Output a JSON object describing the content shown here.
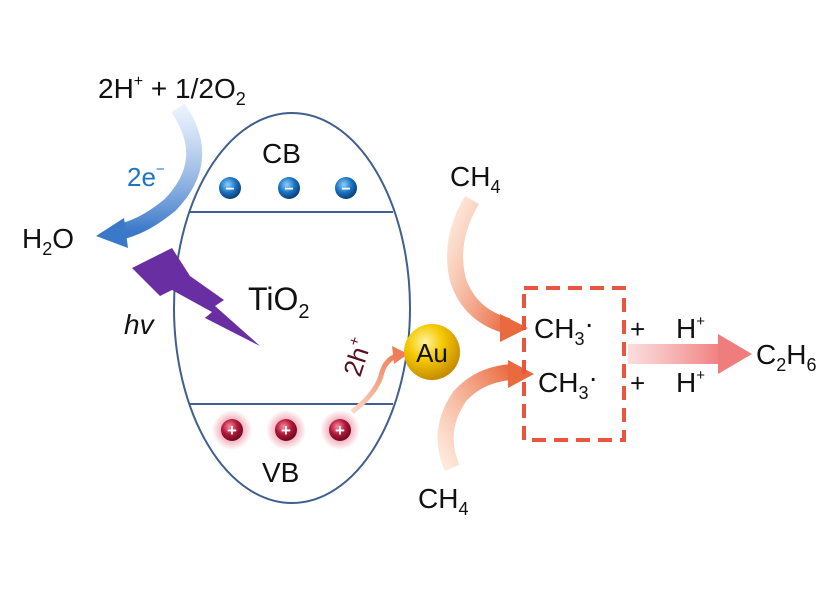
{
  "labels": {
    "reactants_top": "2H",
    "reactants_top_sup": "+",
    "reactants_top_rest": " + 1/2O",
    "reactants_top_sub": "2",
    "electrons": "2e",
    "electrons_sup": "−",
    "water": "H",
    "water_sub": "2",
    "water_rest": "O",
    "cb": "CB",
    "vb": "VB",
    "light": "hv",
    "semiconductor": "TiO",
    "semiconductor_sub": "2",
    "holes": "2h",
    "holes_sup": "+",
    "metal": "Au",
    "methane_top": "CH",
    "methane_top_sub": "4",
    "methane_bottom": "CH",
    "methane_bottom_sub": "4",
    "radical_1": "CH",
    "radical_1_sub": "3",
    "radical_1_dot": "·",
    "radical_2": "CH",
    "radical_2_sub": "3",
    "radical_2_dot": "·",
    "plus_1": "+",
    "plus_2": "+",
    "proton_1": "H",
    "proton_1_sup": "+",
    "proton_2": "H",
    "proton_2_sup": "+",
    "product": "C",
    "product_sub1": "2",
    "product_mid": "H",
    "product_sub2": "6",
    "electron_sign": "−",
    "hole_sign": "+"
  },
  "colors": {
    "outline": "#3f5f8f",
    "electron": "#1b74c4",
    "hole": "#b0173a",
    "gold": "#f2c200",
    "lightning": "#6a2ea3",
    "orange_arrow": "#ea6a40",
    "red_box": "#e9553d",
    "pink_arrow": "#f07d7d",
    "blue_arrow": "#3a78c8",
    "hole_label": "#5a0f1e"
  },
  "icons": {
    "electron": "minus-circle",
    "hole": "plus-circle",
    "light": "lightning-bolt",
    "metal": "gold-sphere"
  }
}
